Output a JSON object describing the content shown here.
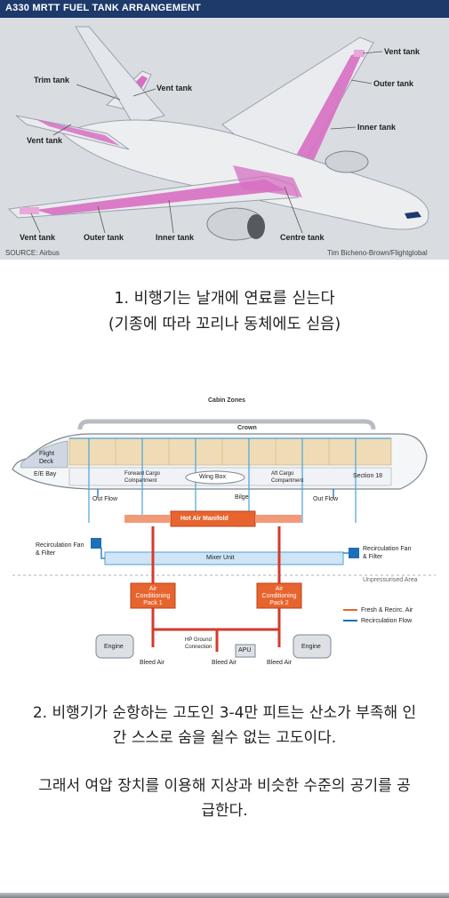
{
  "fuel_figure": {
    "title": "A330 MRTT FUEL TANK ARRANGEMENT",
    "labels": {
      "trim_tank": "Trim tank",
      "vent_tank_tail": "Vent tank",
      "vent_tank_left": "Vent tank",
      "vent_tank_right_top": "Vent tank",
      "outer_tank_right": "Outer tank",
      "inner_tank_right": "Inner tank",
      "vent_tank_bottom": "Vent tank",
      "outer_tank_bottom": "Outer tank",
      "inner_tank_bottom": "Inner tank",
      "centre_tank": "Centre tank"
    },
    "source": "SOURCE: Airbus",
    "credit": "Tim Bicheno-Brown/Flightglobal",
    "colors": {
      "header": "#1d3a6b",
      "tank": "#d76fc2",
      "fuselage": "#eceef0"
    }
  },
  "caption1": {
    "line1": "1. 비행기는 날개에 연료를 싣는다",
    "line2": "(기종에 따라 꼬리나 동체에도 싣음)"
  },
  "air_figure": {
    "cabin_zones": "Cabin Zones",
    "crown": "Crown",
    "flight_deck": "Flight Deck",
    "ee_bay": "E/E Bay",
    "forward_cargo": "Forward Cargo Compartment",
    "wing_box": "Wing Box",
    "aft_cargo": "Aft Cargo Compartment",
    "section": "Section 18",
    "bilge": "Bilge",
    "out_flow_left": "Out Flow",
    "out_flow_right": "Out Flow",
    "hot_air_manifold": "Hot Air Manifold",
    "mixer_unit": "Mixer Unit",
    "recirc_left": "Recirculation Fan & Filter",
    "recirc_right": "Recirculation Fan & Filter",
    "unpressurised": "Unpressurised Area",
    "pack1": "Air Conditioning Pack 1",
    "pack2": "Air Conditioning Pack 2",
    "legend_fresh": "Fresh & Recirc. Air",
    "legend_recirc": "Recirculation Flow",
    "hp_ground": "HP Ground Connection",
    "engine_left": "Engine",
    "engine_right": "Engine",
    "apu": "APU",
    "bleed_left": "Bleed Air",
    "bleed_center": "Bleed Air",
    "bleed_right": "Bleed Air"
  },
  "caption2": {
    "line1": "2. 비행기가 순항하는 고도인 3-4만 피트는 산소가 부족해 인",
    "line2": "간 스스로 숨을 쉴수 없는 고도이다.",
    "line3": "그래서 여압 장치를 이용해 지상과 비슷한 수준의 공기를 공",
    "line4": "급한다."
  }
}
